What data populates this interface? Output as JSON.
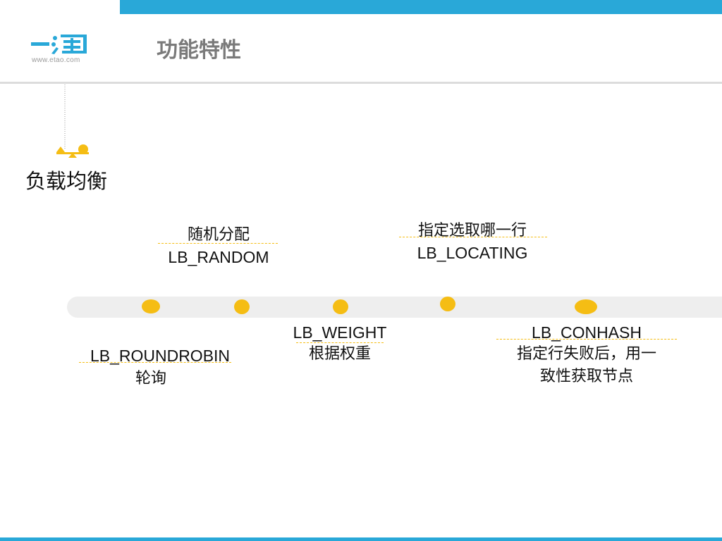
{
  "header": {
    "logo_text": "一淘",
    "logo_url": "www.etao.com",
    "title": "功能特性"
  },
  "section": {
    "title": "负载均衡",
    "icon": "balance-scale-icon"
  },
  "colors": {
    "accent_blue": "#29a8d8",
    "node_yellow": "#f5bd14",
    "track_gray": "#eeeeee"
  },
  "timeline": {
    "items": [
      {
        "position": "below",
        "name": "LB_ROUNDROBIN",
        "desc": "轮询"
      },
      {
        "position": "above",
        "name": "LB_RANDOM",
        "desc": "随机分配"
      },
      {
        "position": "below",
        "name": "LB_WEIGHT",
        "desc": "根据权重"
      },
      {
        "position": "above",
        "name": "LB_LOCATING",
        "desc": "指定选取哪一行"
      },
      {
        "position": "below",
        "name": "LB_CONHASH",
        "desc_line1": "指定行失败后，用一",
        "desc_line2": "致性获取节点"
      }
    ]
  }
}
